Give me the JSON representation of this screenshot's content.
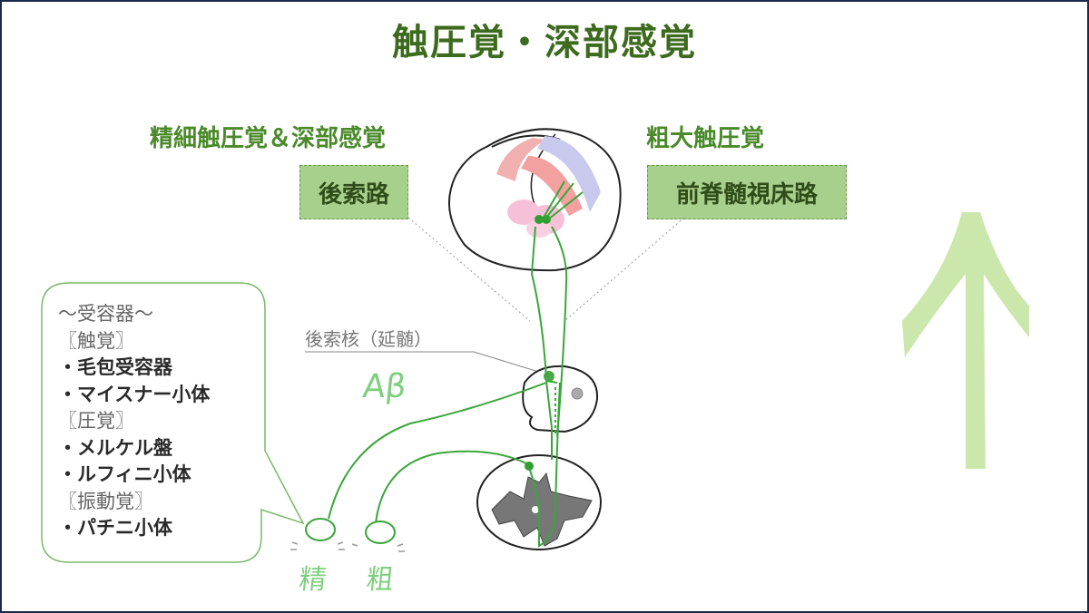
{
  "title": "触圧覚・深部感覚",
  "left_heading": "精細触圧覚＆深部感覚",
  "right_heading": "粗大触圧覚",
  "left_tract": "後索路",
  "right_tract": "前脊髄視床路",
  "nucleus_label": "後索核（延髄）",
  "fiber_label": "Aβ",
  "receptors": {
    "title": "〜受容器〜",
    "lines": [
      {
        "text": "〖触覚〗",
        "style": "dim"
      },
      {
        "text": "・毛包受容器",
        "style": "strong"
      },
      {
        "text": "・マイスナー小体",
        "style": "strong"
      },
      {
        "text": "〖圧覚〗",
        "style": "dim"
      },
      {
        "text": "・メルケル盤",
        "style": "strong"
      },
      {
        "text": "・ルフィニ小体",
        "style": "strong"
      },
      {
        "text": "〖振動覚〗",
        "style": "dim"
      },
      {
        "text": "・パチニ小体",
        "style": "strong"
      }
    ]
  },
  "sensor_labels": {
    "fine": "精",
    "coarse": "粗"
  },
  "colors": {
    "title": "#3d6b1e",
    "heading": "#4a8a2a",
    "box_fill": "#a8d08d",
    "pathway": "#3aa63a",
    "arrow": "#c9e6a8"
  }
}
